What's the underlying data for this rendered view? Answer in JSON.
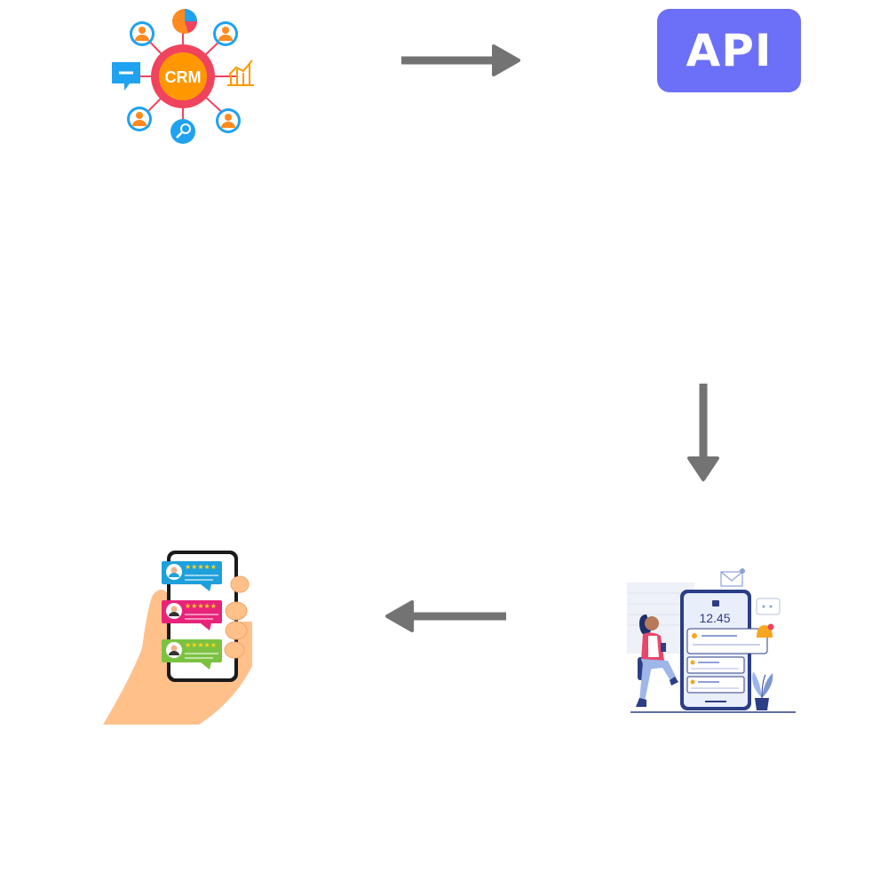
{
  "crm": {
    "label": "CRM",
    "icon": "crm-hub-icon"
  },
  "api": {
    "label": "API",
    "color": "#6c6ff7"
  },
  "notification": {
    "time": "12.45",
    "icon": "phone-notification-icon"
  },
  "reviews": {
    "icon": "phone-reviews-icon",
    "stars": "★★★★★"
  },
  "arrows": {
    "color": "#737373"
  }
}
